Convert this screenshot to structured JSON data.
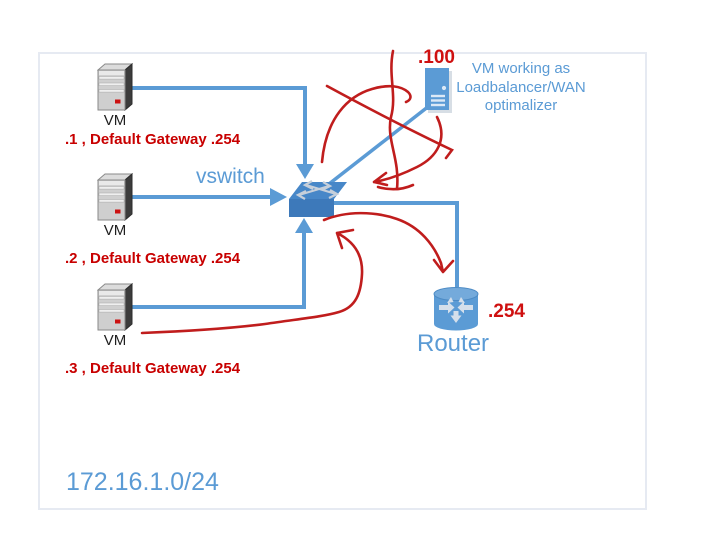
{
  "diagram": {
    "subnet": "172.16.1.0/24",
    "vswitch_label": "vswitch",
    "vms": [
      {
        "name": "VM",
        "caption": ".1 , Default Gateway .254"
      },
      {
        "name": "VM",
        "caption": ".2 , Default Gateway .254"
      },
      {
        "name": "VM",
        "caption": ".3 , Default Gateway .254"
      }
    ],
    "loadbalancer": {
      "ip": ".100",
      "description_lines": [
        "VM working as",
        "Loadbalancer/WAN",
        "optimalizer"
      ]
    },
    "router": {
      "name": "Router",
      "ip": ".254"
    },
    "colors": {
      "line_blue": "#5b9bd5",
      "switch_blue": "#3d79ba",
      "text_blue": "#5b9bd5",
      "text_red": "#c80000",
      "annotation_red": "#c01d1d"
    }
  }
}
